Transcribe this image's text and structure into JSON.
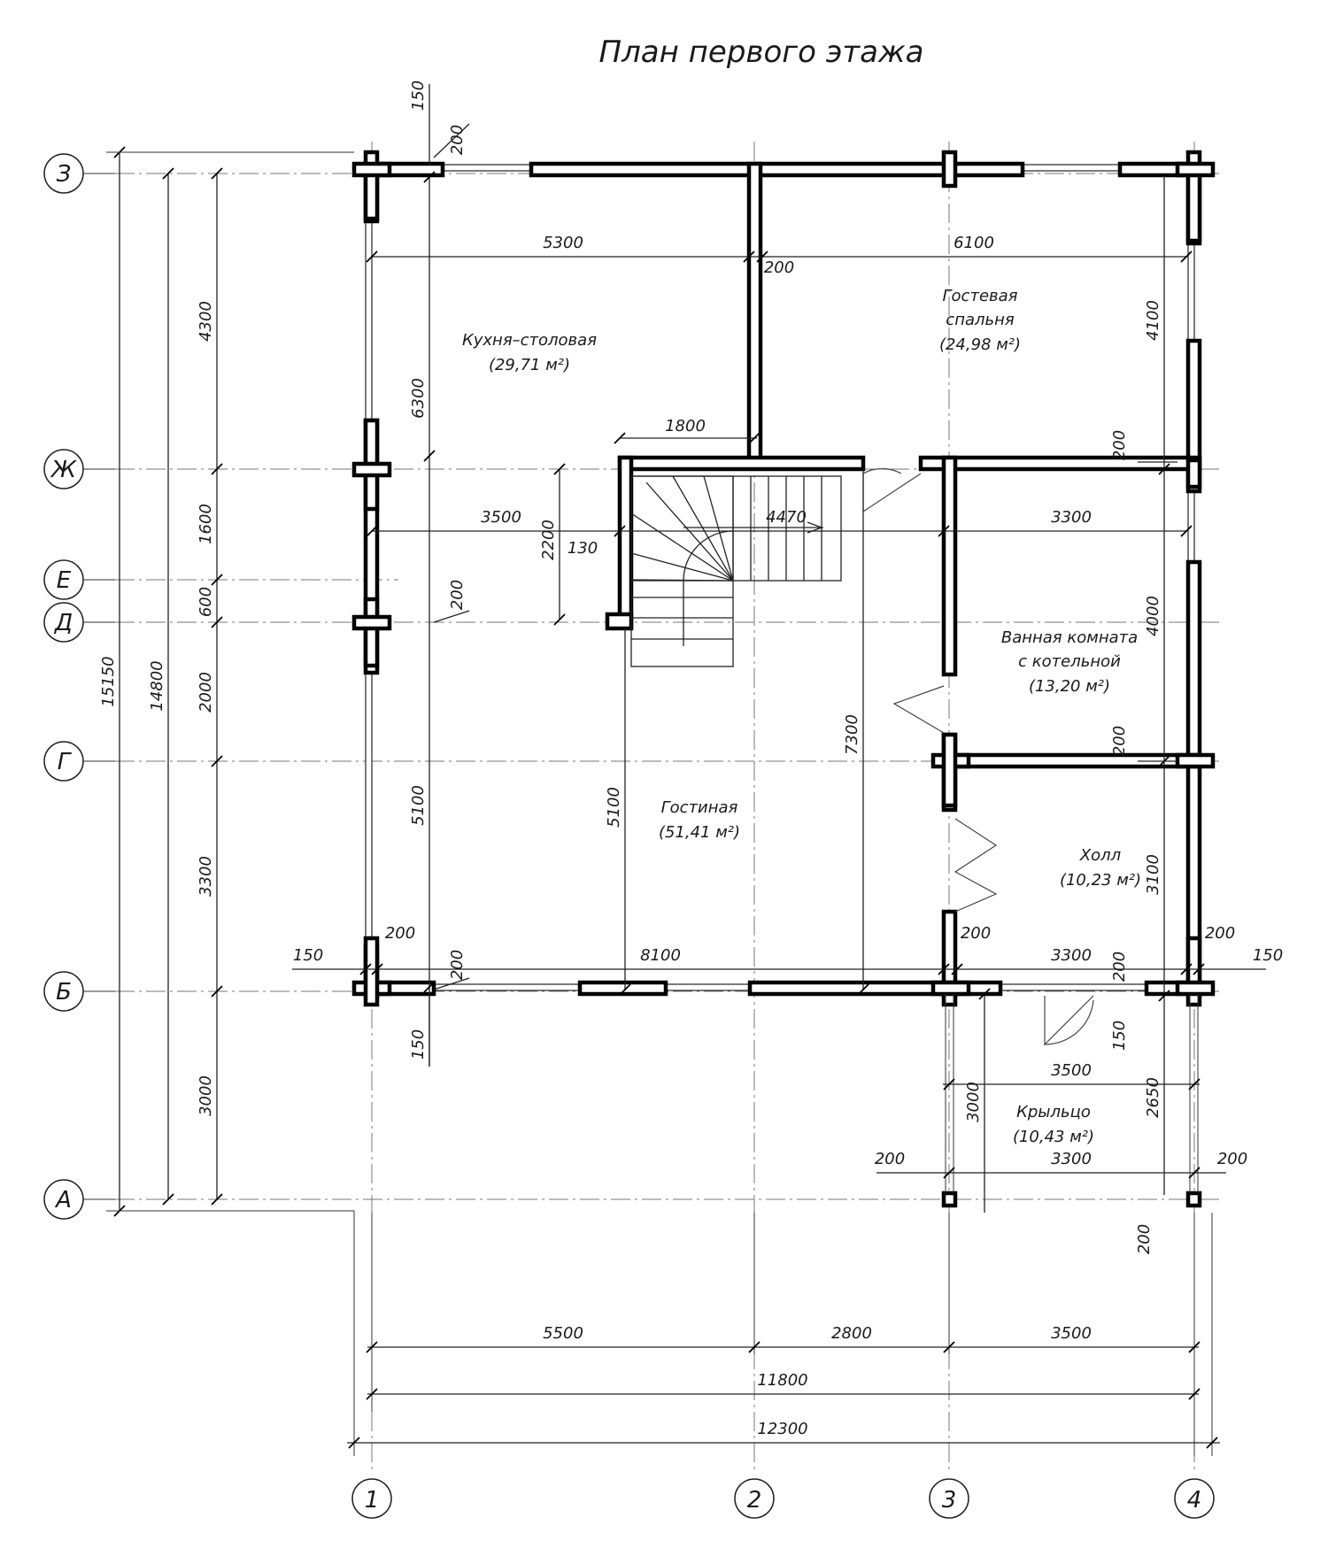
{
  "title": "План первого этажа",
  "axes": {
    "rows": [
      "З",
      "Ж",
      "Е",
      "Д",
      "Г",
      "Б",
      "А"
    ],
    "cols": [
      "1",
      "2",
      "3",
      "4"
    ]
  },
  "rooms": [
    {
      "id": "kitchen",
      "lines": [
        "Кухня–столовая",
        "(29,71 м²)"
      ]
    },
    {
      "id": "guest",
      "lines": [
        "Гостевая",
        "спальня",
        "(24,98 м²)"
      ]
    },
    {
      "id": "bath",
      "lines": [
        "Ванная комната",
        "с котельной",
        "(13,20 м²)"
      ]
    },
    {
      "id": "living",
      "lines": [
        "Гостиная",
        "(51,41 м²)"
      ]
    },
    {
      "id": "hall",
      "lines": [
        "Холл",
        "(10,23 м²)"
      ]
    },
    {
      "id": "porch",
      "lines": [
        "Крыльцо",
        "(10,43 м²)"
      ]
    }
  ],
  "dims": {
    "d5300": "5300",
    "d6100": "6100",
    "d200a": "200",
    "d1800": "1800",
    "d3500a": "3500",
    "d4470": "4470",
    "d3300a": "3300",
    "d2200": "2200",
    "d130": "130",
    "d6300": "6300",
    "d5100a": "5100",
    "d5100b": "5100",
    "d7300": "7300",
    "d4100": "4100",
    "d4000": "4000",
    "d3100": "3100",
    "d8100": "8100",
    "d3300b": "3300",
    "d3500b": "3500",
    "d3300c": "3300",
    "d3000p": "3000",
    "d2650": "2650",
    "d150t": "150",
    "d200t": "200",
    "d200d": "200",
    "d200bl": "200",
    "d150bl": "150",
    "d200b2": "200",
    "d150b3": "150",
    "d200r1": "200",
    "d200r2": "200",
    "d200r3": "200",
    "d150r": "150",
    "d200h": "200",
    "d200rr": "200",
    "d150p": "150",
    "d200pl": "200",
    "d200pr": "200",
    "d200pb": "200",
    "l4300": "4300",
    "l1600": "1600",
    "l600": "600",
    "l2000": "2000",
    "l3300": "3300",
    "l3000": "3000",
    "l14800": "14800",
    "l15150": "15150",
    "b5500": "5500",
    "b2800": "2800",
    "b3500": "3500",
    "b11800": "11800",
    "b12300": "12300"
  }
}
